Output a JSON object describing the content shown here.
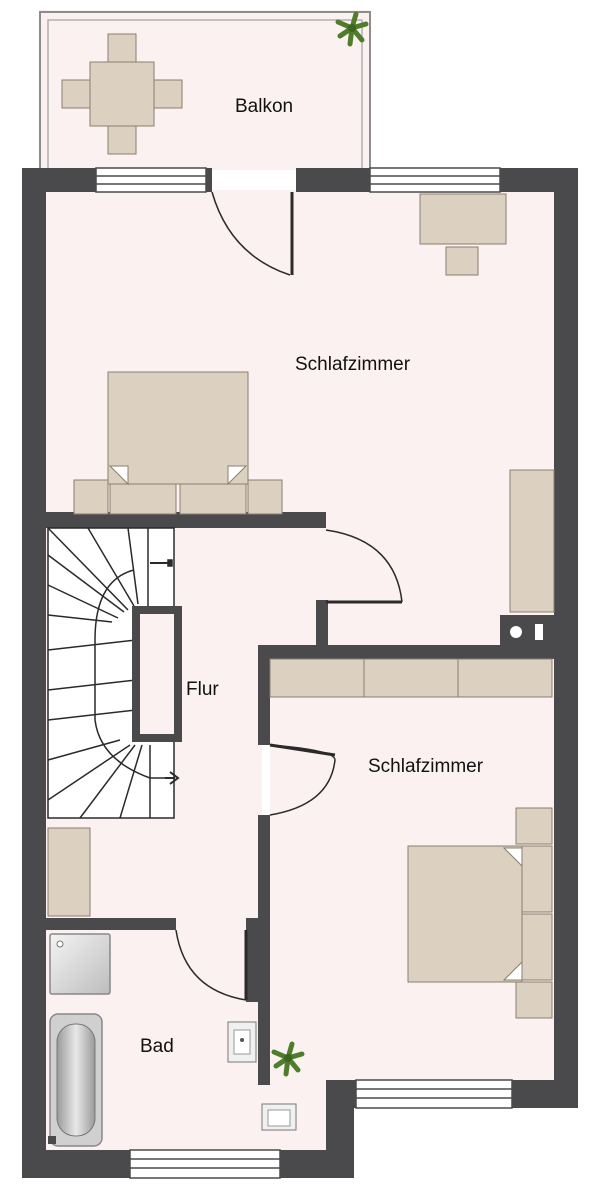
{
  "floorplan": {
    "rooms": {
      "balkon": "Balkon",
      "schlafzimmer_1": "Schlafzimmer",
      "flur": "Flur",
      "schlafzimmer_2": "Schlafzimmer",
      "bad": "Bad"
    },
    "colors": {
      "wall": "#4a4a4c",
      "floor": "#fbf1f1",
      "furniture": "#dcd0c0",
      "furniture_stroke": "#8a8070",
      "window": "#ffffff",
      "plant": "#4f7d2b"
    }
  }
}
